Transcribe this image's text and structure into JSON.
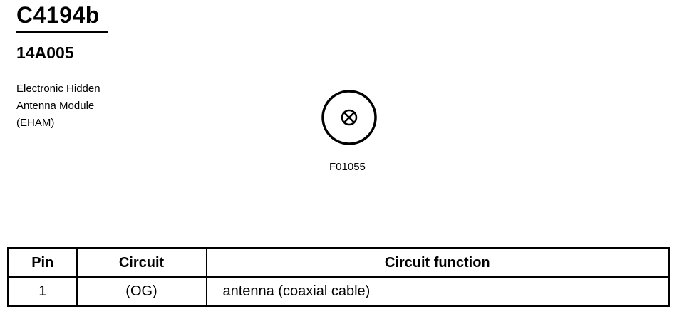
{
  "connector": {
    "id": "C4194b",
    "part_number": "14A005",
    "description": [
      "Electronic Hidden",
      "Antenna Module",
      "(EHAM)"
    ]
  },
  "figure": {
    "id": "F01055",
    "symbol": "coaxial-terminal-icon"
  },
  "table": {
    "headers": {
      "pin": "Pin",
      "circuit": "Circuit",
      "function": "Circuit function"
    },
    "rows": [
      {
        "pin": "1",
        "circuit": "(OG)",
        "function": "antenna (coaxial cable)"
      }
    ]
  }
}
